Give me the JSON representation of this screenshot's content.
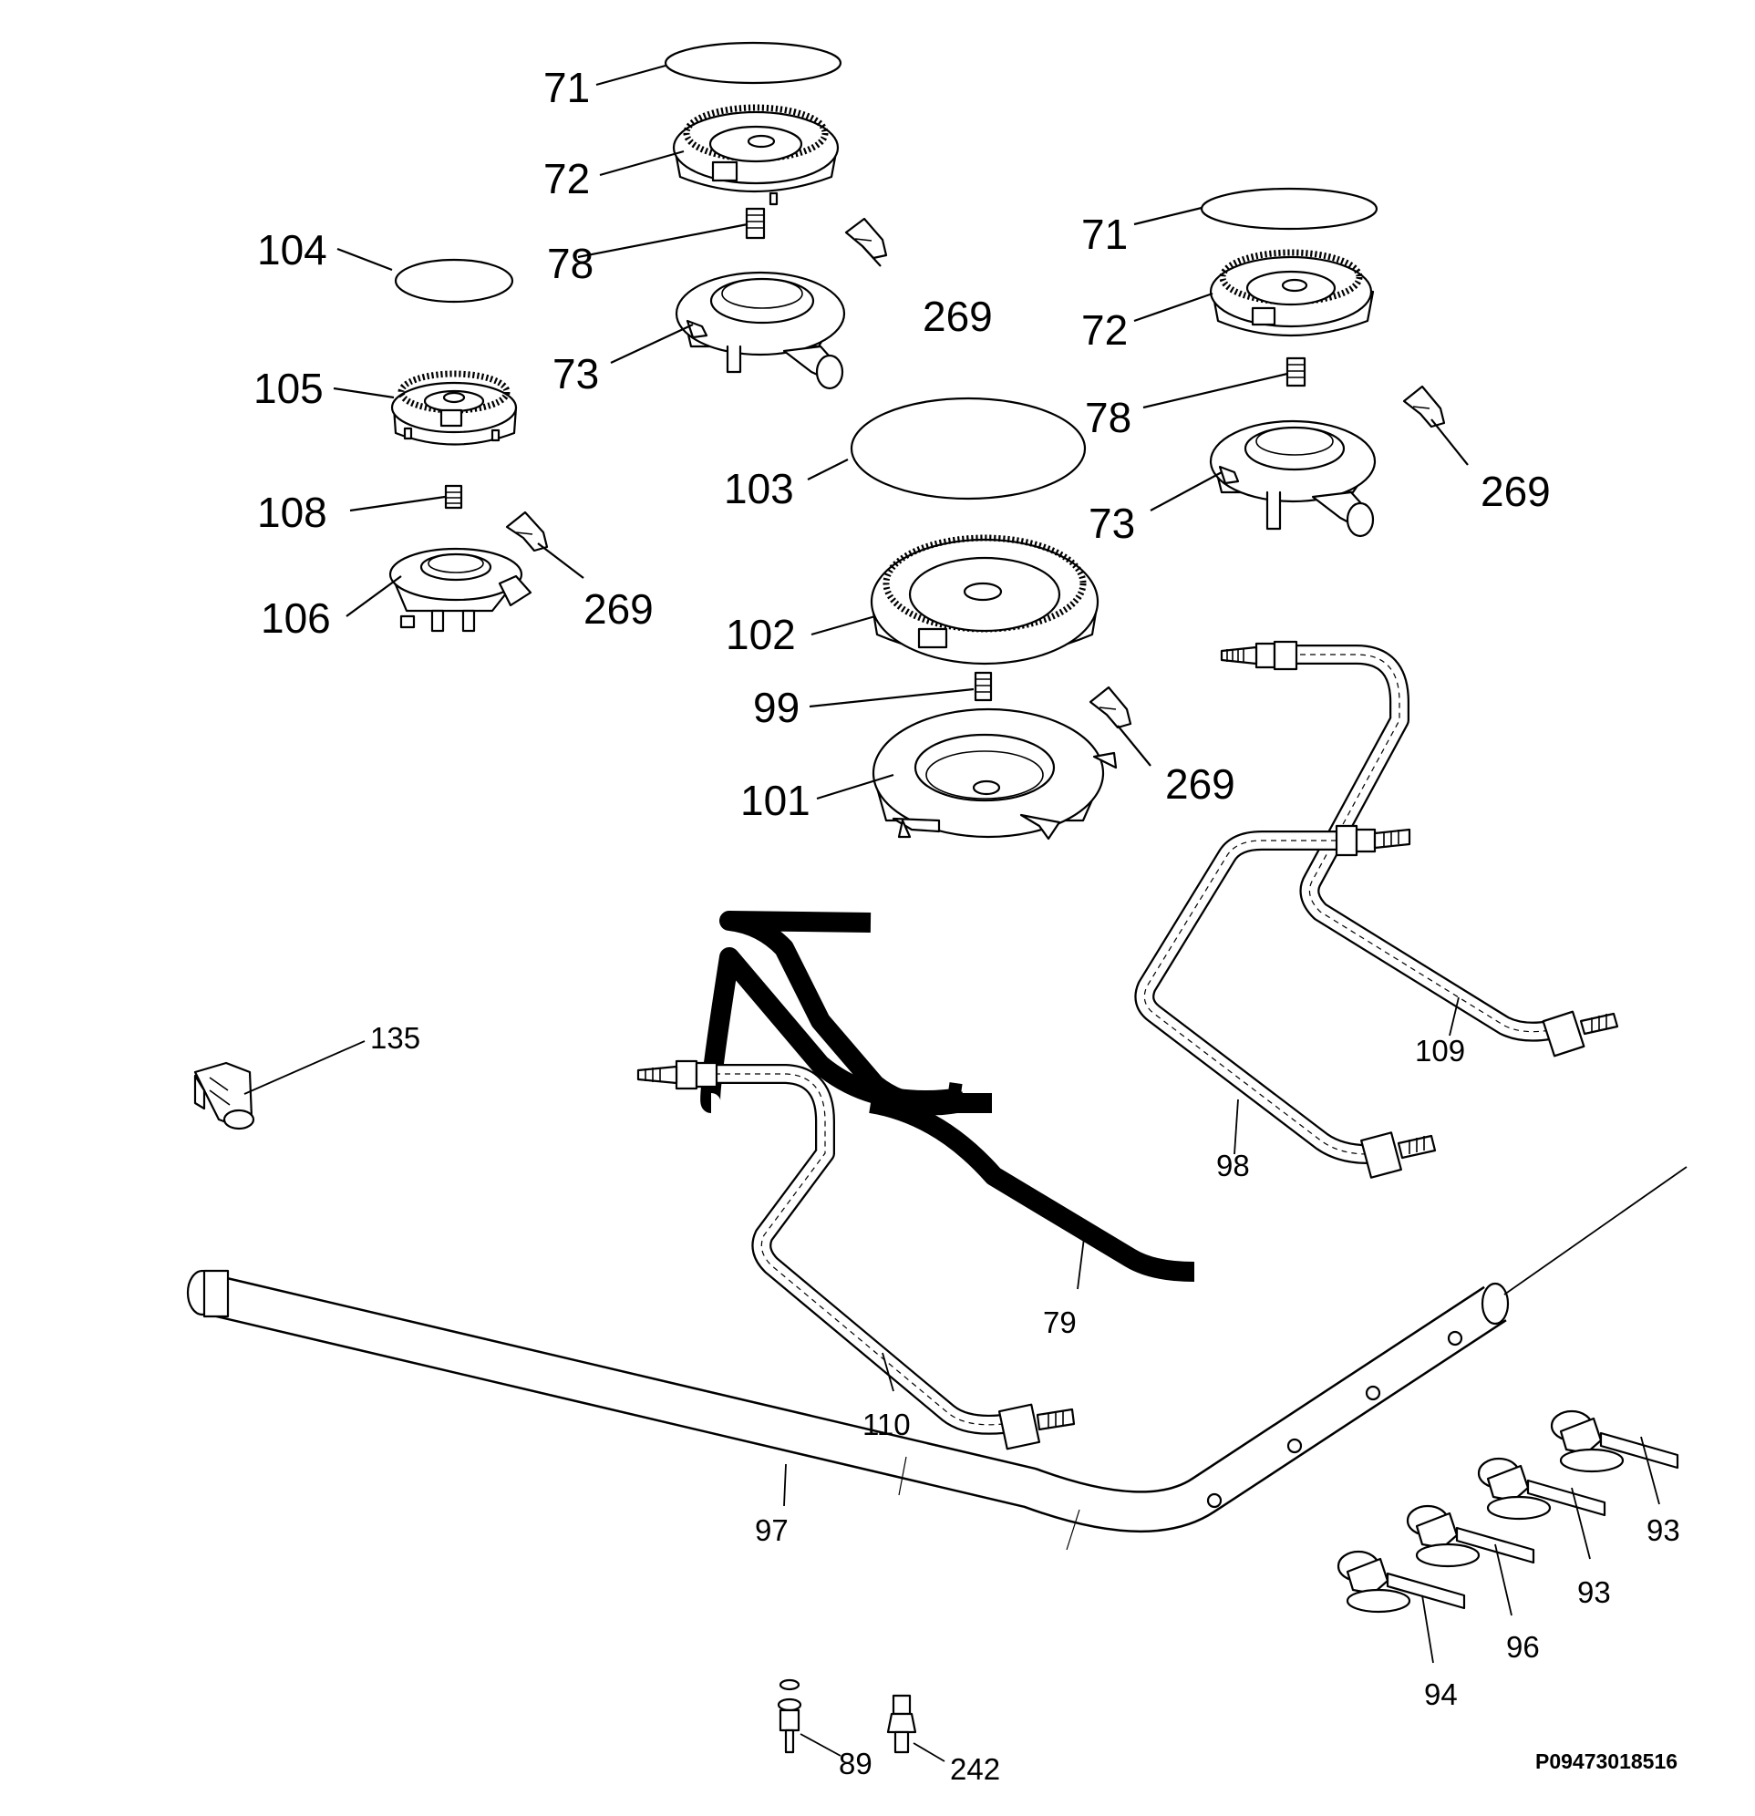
{
  "labels": {
    "l71a": "71",
    "l72a": "72",
    "l78a": "78",
    "l73a": "73",
    "l269a": "269",
    "l71b": "71",
    "l72b": "72",
    "l78b": "78",
    "l73b": "73",
    "l269b": "269",
    "l104": "104",
    "l105": "105",
    "l108": "108",
    "l106": "106",
    "l269c": "269",
    "l103": "103",
    "l102": "102",
    "l99": "99",
    "l101": "101",
    "l269d": "269",
    "l135": "135",
    "l109": "109",
    "l98": "98",
    "l79": "79",
    "l110": "110",
    "l97": "97",
    "l93a": "93",
    "l93b": "93",
    "l96": "96",
    "l94": "94",
    "l89": "89",
    "l242": "242"
  },
  "reference_code": "P09473018516"
}
